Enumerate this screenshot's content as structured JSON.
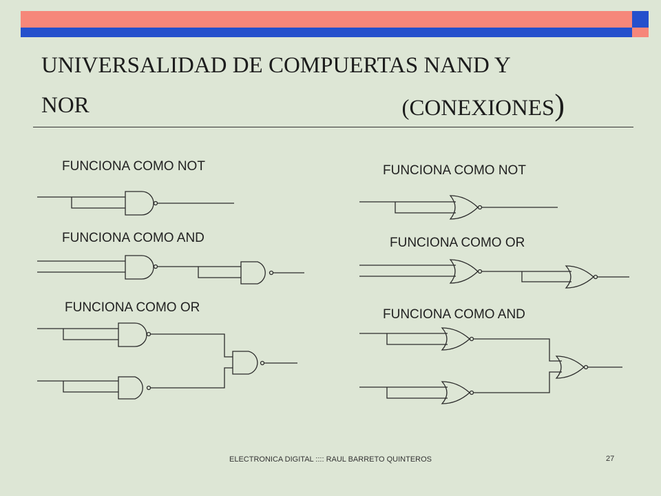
{
  "slide": {
    "title_line1": "UNIVERSALIDAD DE COMPUERTAS NAND Y",
    "title_line2a": "NOR",
    "title_line2b": "(CONEXIONES",
    "title_line2c": ")",
    "footer": "ELECTRONICA DIGITAL :::: RAUL BARRETO QUINTEROS",
    "page_number": "27",
    "colors": {
      "accent_red": "#f6877a",
      "accent_blue": "#2450cc",
      "background": "#dde6d5"
    }
  },
  "nand_section": {
    "not_label": "FUNCIONA COMO NOT",
    "and_label": "FUNCIONA COMO AND",
    "or_label": "FUNCIONA COMO OR"
  },
  "nor_section": {
    "not_label": "FUNCIONA COMO NOT",
    "or_label": "FUNCIONA COMO OR",
    "and_label": "FUNCIONA COMO AND"
  }
}
